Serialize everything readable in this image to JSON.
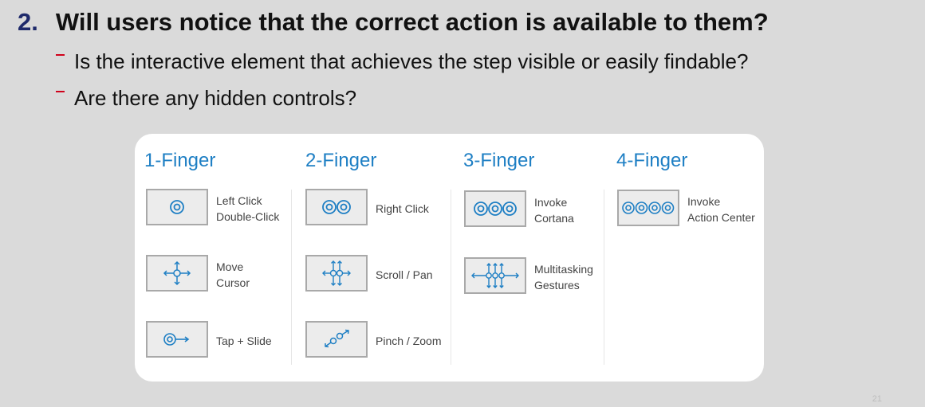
{
  "heading": {
    "number": "2.",
    "text": "Will users notice that the correct action is available to them?"
  },
  "bullets": [
    "Is the interactive element that achieves the step visible or easily findable?",
    "Are there any hidden controls?"
  ],
  "columns": [
    {
      "title": "1-Finger",
      "gestures": [
        {
          "icon": "one-finger-tap-icon",
          "lines": [
            "Left Click",
            "Double-Click"
          ]
        },
        {
          "icon": "move-cursor-icon",
          "lines": [
            "Move",
            "Cursor"
          ]
        },
        {
          "icon": "tap-slide-icon",
          "lines": [
            "Tap + Slide"
          ]
        }
      ]
    },
    {
      "title": "2-Finger",
      "gestures": [
        {
          "icon": "two-finger-tap-icon",
          "lines": [
            "Right Click"
          ]
        },
        {
          "icon": "scroll-pan-icon",
          "lines": [
            "Scroll / Pan"
          ]
        },
        {
          "icon": "pinch-zoom-icon",
          "lines": [
            "Pinch / Zoom"
          ]
        }
      ]
    },
    {
      "title": "3-Finger",
      "gestures": [
        {
          "icon": "three-finger-tap-icon",
          "lines": [
            "Invoke",
            "Cortana"
          ]
        },
        {
          "icon": "multitasking-icon",
          "lines": [
            "Multitasking",
            "Gestures"
          ]
        }
      ]
    },
    {
      "title": "4-Finger",
      "gestures": [
        {
          "icon": "four-finger-tap-icon",
          "lines": [
            "Invoke",
            "Action Center"
          ]
        }
      ]
    }
  ],
  "page_number": "21",
  "colors": {
    "accent": "#1e7fc4",
    "bullet_dash": "#d0021b",
    "heading_number": "#1f2a6b"
  }
}
